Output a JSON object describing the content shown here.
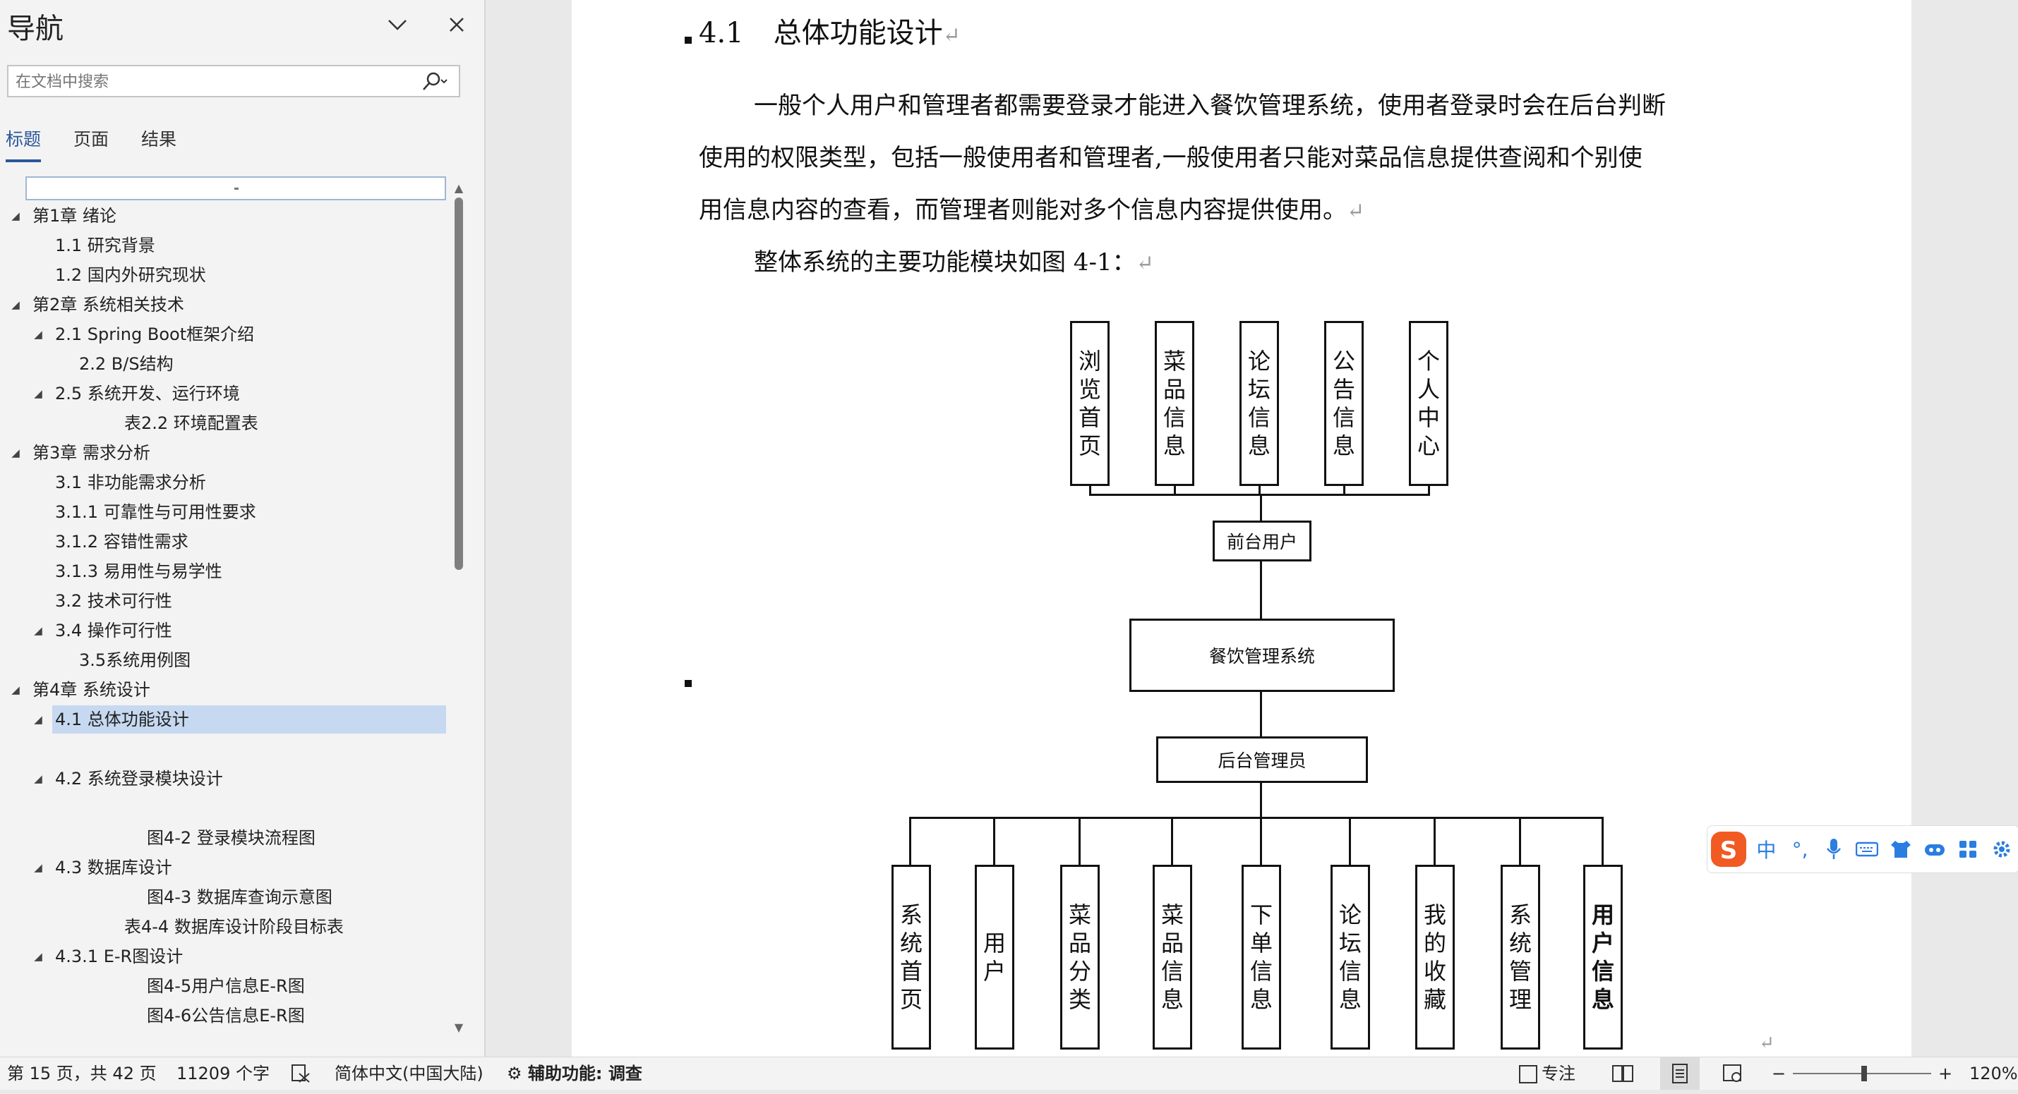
{
  "nav": {
    "title": "导航",
    "search_placeholder": "在文档中搜索",
    "tabs": [
      {
        "label": "标题",
        "active": true
      },
      {
        "label": "页面",
        "active": false
      },
      {
        "label": "结果",
        "active": false
      }
    ],
    "tree": [
      {
        "label": "第1章 绪论",
        "level": 0,
        "arrow": true
      },
      {
        "label": "1.1 研究背景",
        "level": 1,
        "arrow": false
      },
      {
        "label": "1.2 国内外研究现状",
        "level": 1,
        "arrow": false
      },
      {
        "label": "第2章 系统相关技术",
        "level": 0,
        "arrow": true
      },
      {
        "label": "2.1 Spring Boot框架介绍",
        "level": 1,
        "arrow": true
      },
      {
        "label": "2.2 B/S结构",
        "level": 2,
        "arrow": false
      },
      {
        "label": "2.5 系统开发、运行环境",
        "level": 1,
        "arrow": true
      },
      {
        "label": "表2.2 环境配置表",
        "level": 3,
        "arrow": false
      },
      {
        "label": "第3章 需求分析",
        "level": 0,
        "arrow": true
      },
      {
        "label": "3.1 非功能需求分析",
        "level": 1,
        "arrow": false
      },
      {
        "label": "3.1.1 可靠性与可用性要求",
        "level": 1,
        "arrow": false
      },
      {
        "label": "3.1.2 容错性需求",
        "level": 1,
        "arrow": false
      },
      {
        "label": "3.1.3 易用性与易学性",
        "level": 1,
        "arrow": false
      },
      {
        "label": "3.2 技术可行性",
        "level": 1,
        "arrow": false
      },
      {
        "label": "3.4 操作可行性",
        "level": 1,
        "arrow": true
      },
      {
        "label": "3.5系统用例图",
        "level": 2,
        "arrow": false
      },
      {
        "label": "第4章 系统设计",
        "level": 0,
        "arrow": true
      },
      {
        "label": "4.1 总体功能设计",
        "level": 1,
        "arrow": true,
        "selected": true
      },
      {
        "label": "",
        "level": 1,
        "arrow": false
      },
      {
        "label": "4.2 系统登录模块设计",
        "level": 1,
        "arrow": true
      },
      {
        "label": "",
        "level": 1,
        "arrow": false
      },
      {
        "label": "图4-2 登录模块流程图",
        "level": 4,
        "arrow": false
      },
      {
        "label": "4.3 数据库设计",
        "level": 1,
        "arrow": true
      },
      {
        "label": "图4-3 数据库查询示意图",
        "level": 4,
        "arrow": false
      },
      {
        "label": "表4-4 数据库设计阶段目标表",
        "level": 3,
        "arrow": false
      },
      {
        "label": "4.3.1 E-R图设计",
        "level": 1,
        "arrow": true
      },
      {
        "label": "图4-5用户信息E-R图",
        "level": 4,
        "arrow": false
      },
      {
        "label": "图4-6公告信息E-R图",
        "level": 4,
        "arrow": false
      }
    ]
  },
  "doc": {
    "heading_num": "4.1",
    "heading_text": "总体功能设计",
    "para1_lines": [
      "一般个人用户和管理者都需要登录才能进入餐饮管理系统，使用者登录时会在后台判断",
      "使用的权限类型，包括一般使用者和管理者,一般使用者只能对菜品信息提供查阅和个别使",
      "用信息内容的查看，而管理者则能对多个信息内容提供使用。"
    ],
    "para2": "整体系统的主要功能模块如图 4-1：",
    "para_mark": "↵",
    "diagram": {
      "top_modules": [
        "浏览首页",
        "菜品信息",
        "论坛信息",
        "公告信息",
        "个人中心"
      ],
      "front_user": "前台用户",
      "system": "餐饮管理系统",
      "admin": "后台管理员",
      "bottom_modules": [
        "系统首页",
        "用户",
        "菜品分类",
        "菜品信息",
        "下单信息",
        "论坛信息",
        "我的收藏",
        "系统管理",
        "用户信息"
      ]
    }
  },
  "ime": {
    "logo": "S",
    "items": [
      "中",
      "°,",
      "mic-icon",
      "keyboard-icon",
      "shirt-icon",
      "robot-icon",
      "grid-icon",
      "gear-icon"
    ]
  },
  "status": {
    "page": "第 15 页，共 42 页",
    "words": "11209 个字",
    "language": "简体中文(中国大陆)",
    "accessibility": "辅助功能: 调查",
    "focus": "专注",
    "zoom_minus": "−",
    "zoom_plus": "+",
    "zoom": "120%"
  }
}
